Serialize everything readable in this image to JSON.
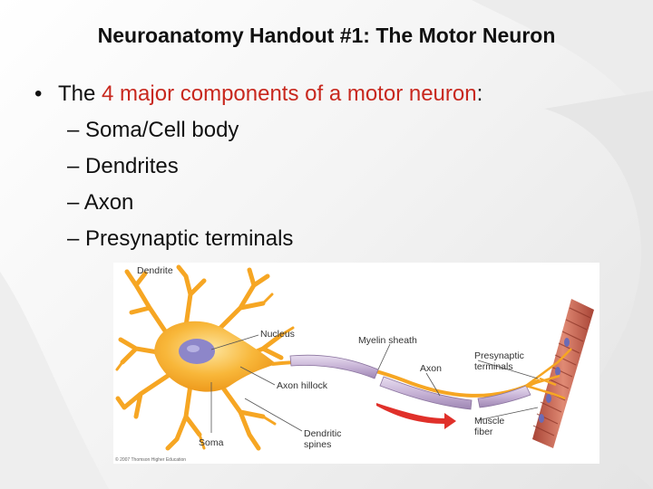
{
  "slide": {
    "title": "Neuroanatomy Handout #1:  The Motor Neuron",
    "bullet": {
      "prefix": "The ",
      "highlight": "4 major components of a motor neuron",
      "suffix": ":"
    },
    "subitems": [
      "– Soma/Cell body",
      "– Dendrites",
      "– Axon",
      "– Presynaptic terminals"
    ]
  },
  "figure": {
    "labels": {
      "dendrite": "Dendrite",
      "nucleus": "Nucleus",
      "myelin_sheath": "Myelin sheath",
      "axon": "Axon",
      "presynaptic_1": "Presynaptic",
      "presynaptic_2": "terminals",
      "axon_hillock": "Axon hillock",
      "muscle_1": "Muscle",
      "muscle_2": "fiber",
      "dendritic_1": "Dendritic",
      "dendritic_2": "spines",
      "soma": "Soma"
    },
    "copyright": "© 2007 Thomson Higher Education",
    "colors": {
      "cell_body": "#f6a623",
      "nucleus": "#8d86c9",
      "myelin": "#c9b8d6",
      "muscle": "#c8614f",
      "arrow": "#e0302a"
    }
  }
}
